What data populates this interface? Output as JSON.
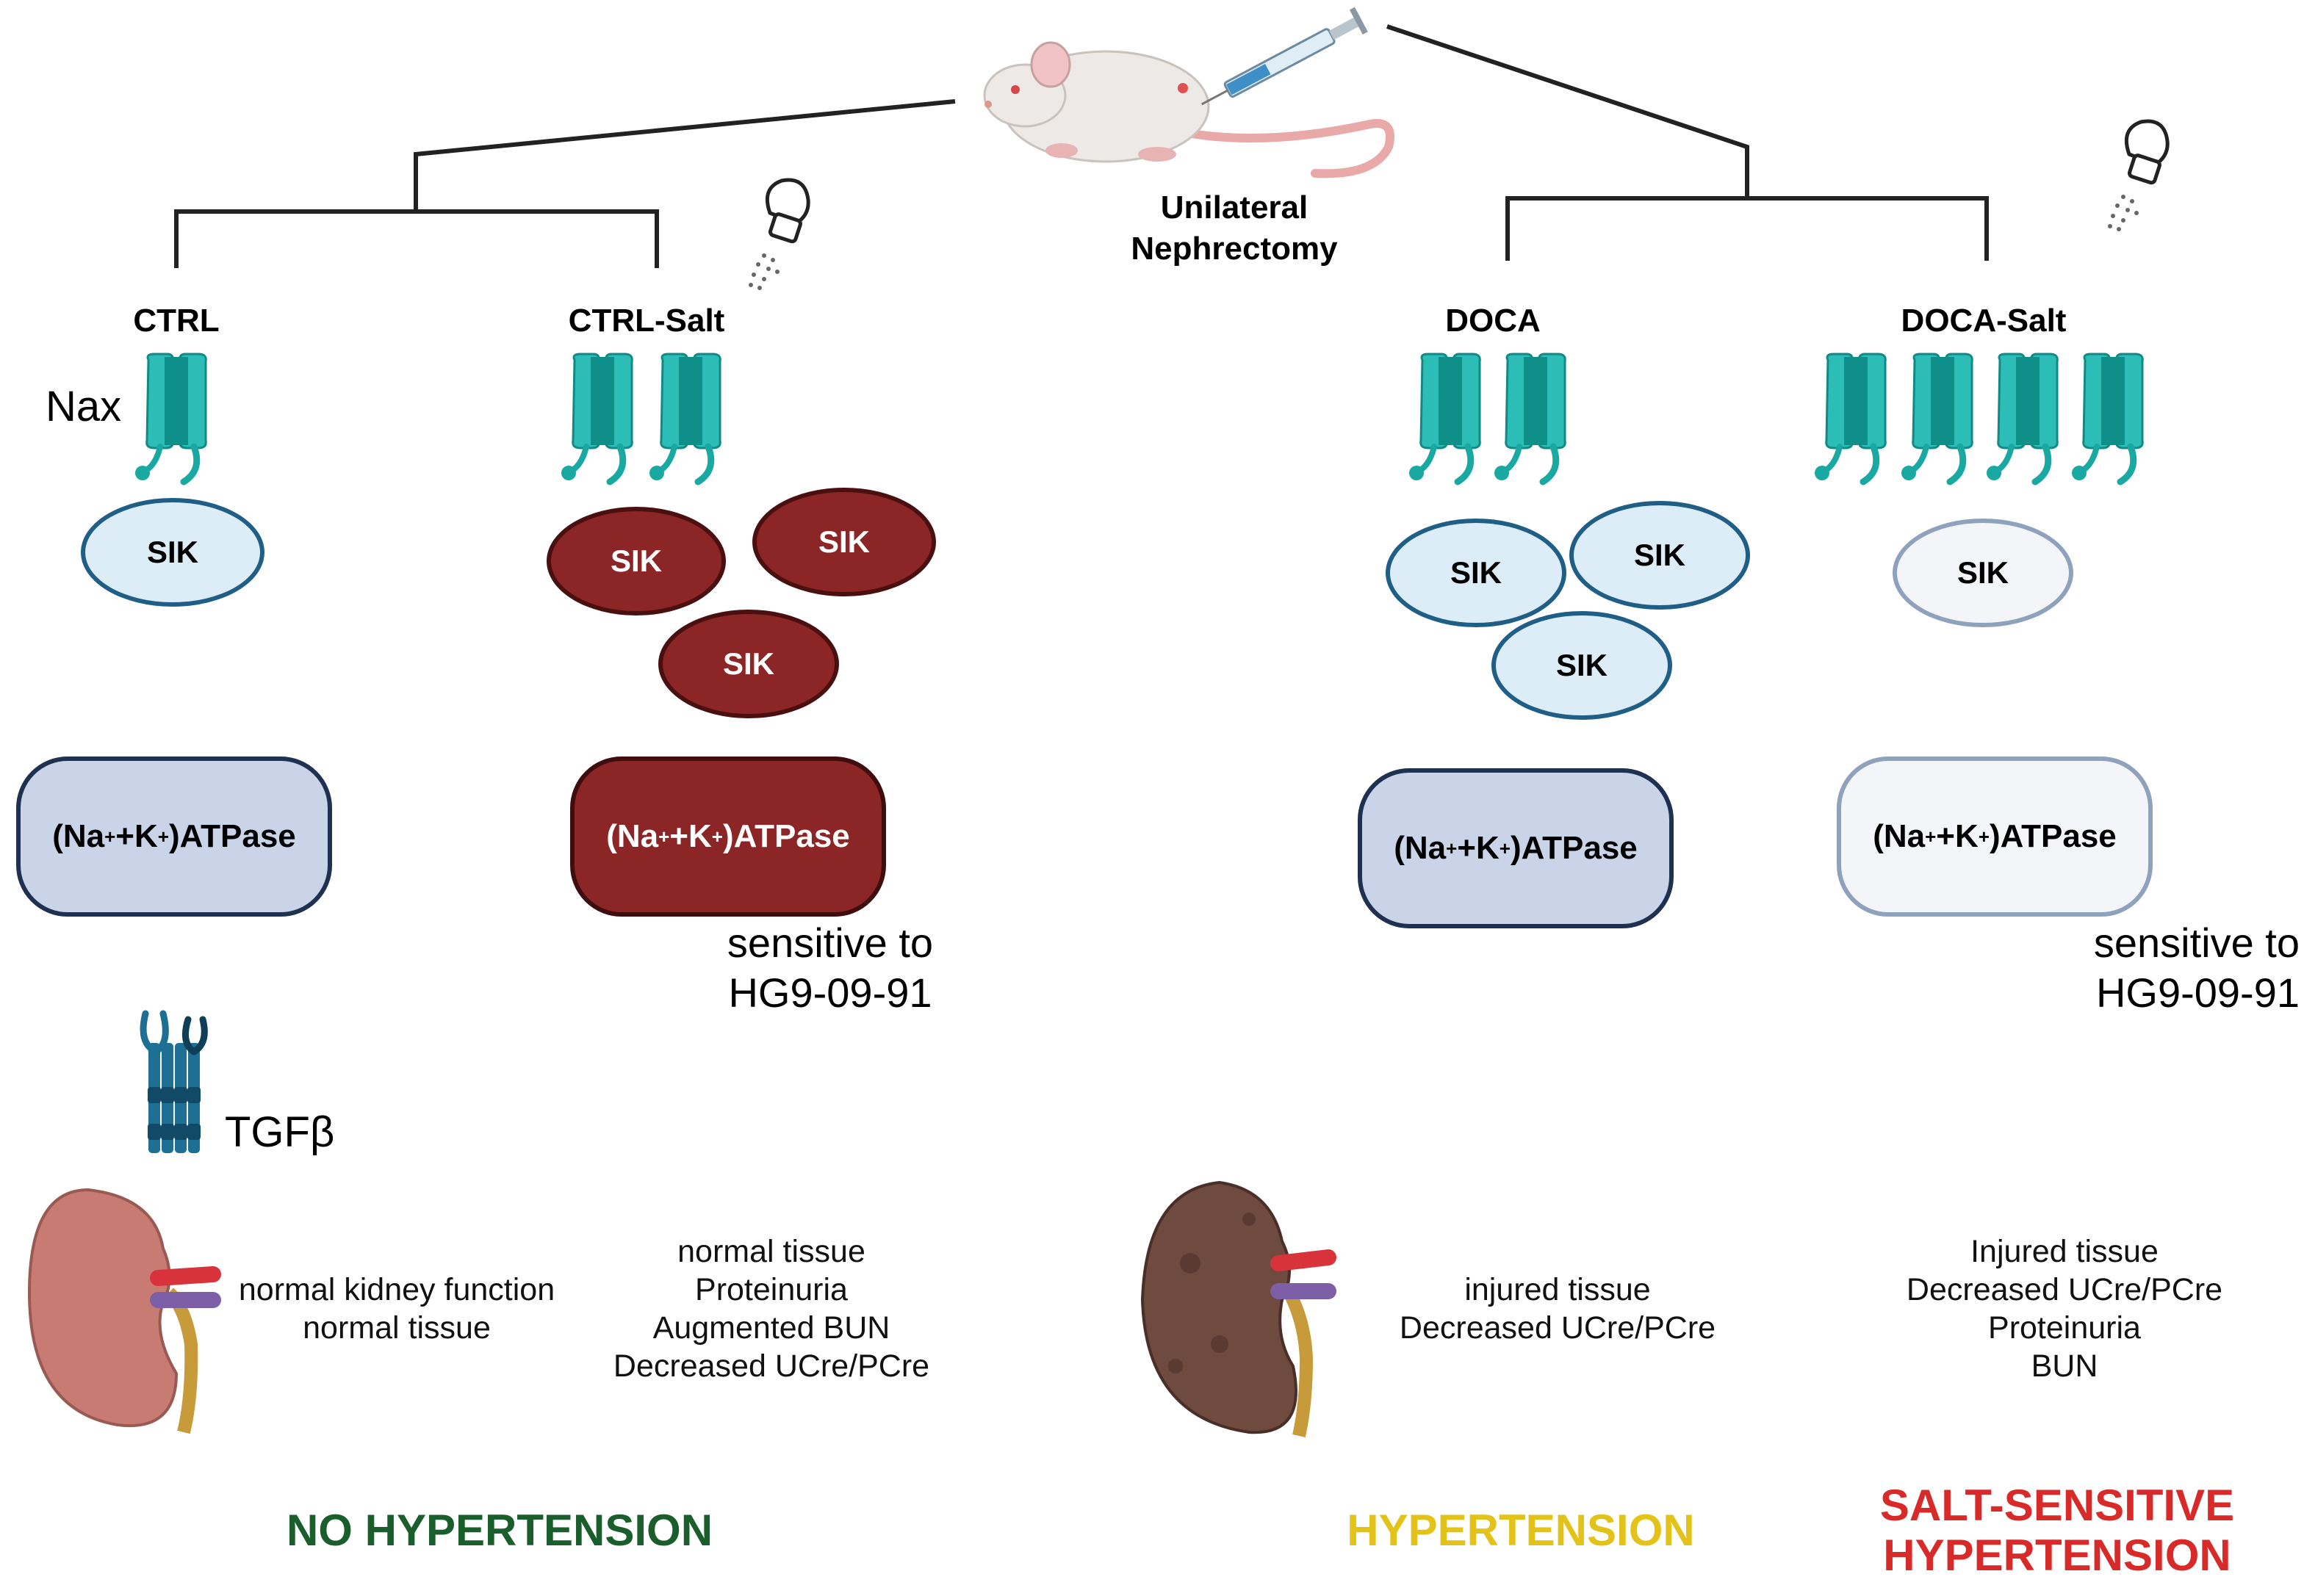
{
  "header": {
    "procedure": "Unilateral\nNephrectomy"
  },
  "groups": {
    "ctrl": "CTRL",
    "ctrl_salt": "CTRL-Salt",
    "doca": "DOCA",
    "doca_salt": "DOCA-Salt"
  },
  "labels": {
    "nax": "Nax",
    "sik": "SIK",
    "atpase_prefix": "(Na",
    "atpase_mid": "+K",
    "atpase_suffix": ")ATPase",
    "plus": "+",
    "tgfb": "TGFβ",
    "sensitive": "sensitive to\nHG9-09-91"
  },
  "notes": {
    "ctrl": "normal kidney function\nnormal tissue",
    "ctrl_salt": "normal tissue\nProteinuria\nAugmented BUN\nDecreased UCre/PCre",
    "doca": "injured tissue\nDecreased UCre/PCre",
    "doca_salt": "Injured tissue\nDecreased UCre/PCre\nProteinuria\nBUN"
  },
  "outcomes": {
    "none": "NO HYPERTENSION",
    "hyper": "HYPERTENSION",
    "salt": "SALT-SENSITIVE\nHYPERTENSION"
  },
  "colors": {
    "nax_teal": "#2bbdb6",
    "nax_dark": "#0f8f8a",
    "sik_light": "#dcedf7",
    "sik_dark": "#8b2526",
    "no_hypertension": "#1a5e2c",
    "hypertension": "#e3c21a",
    "salt_hypertension": "#d92a2a",
    "tgf_receptor": "#1d6f94"
  },
  "icons": [
    "mouse-icon",
    "syringe-icon",
    "salt-shaker-icon",
    "nax-channel-icon",
    "tgf-receptor-icon",
    "kidney-icon"
  ]
}
